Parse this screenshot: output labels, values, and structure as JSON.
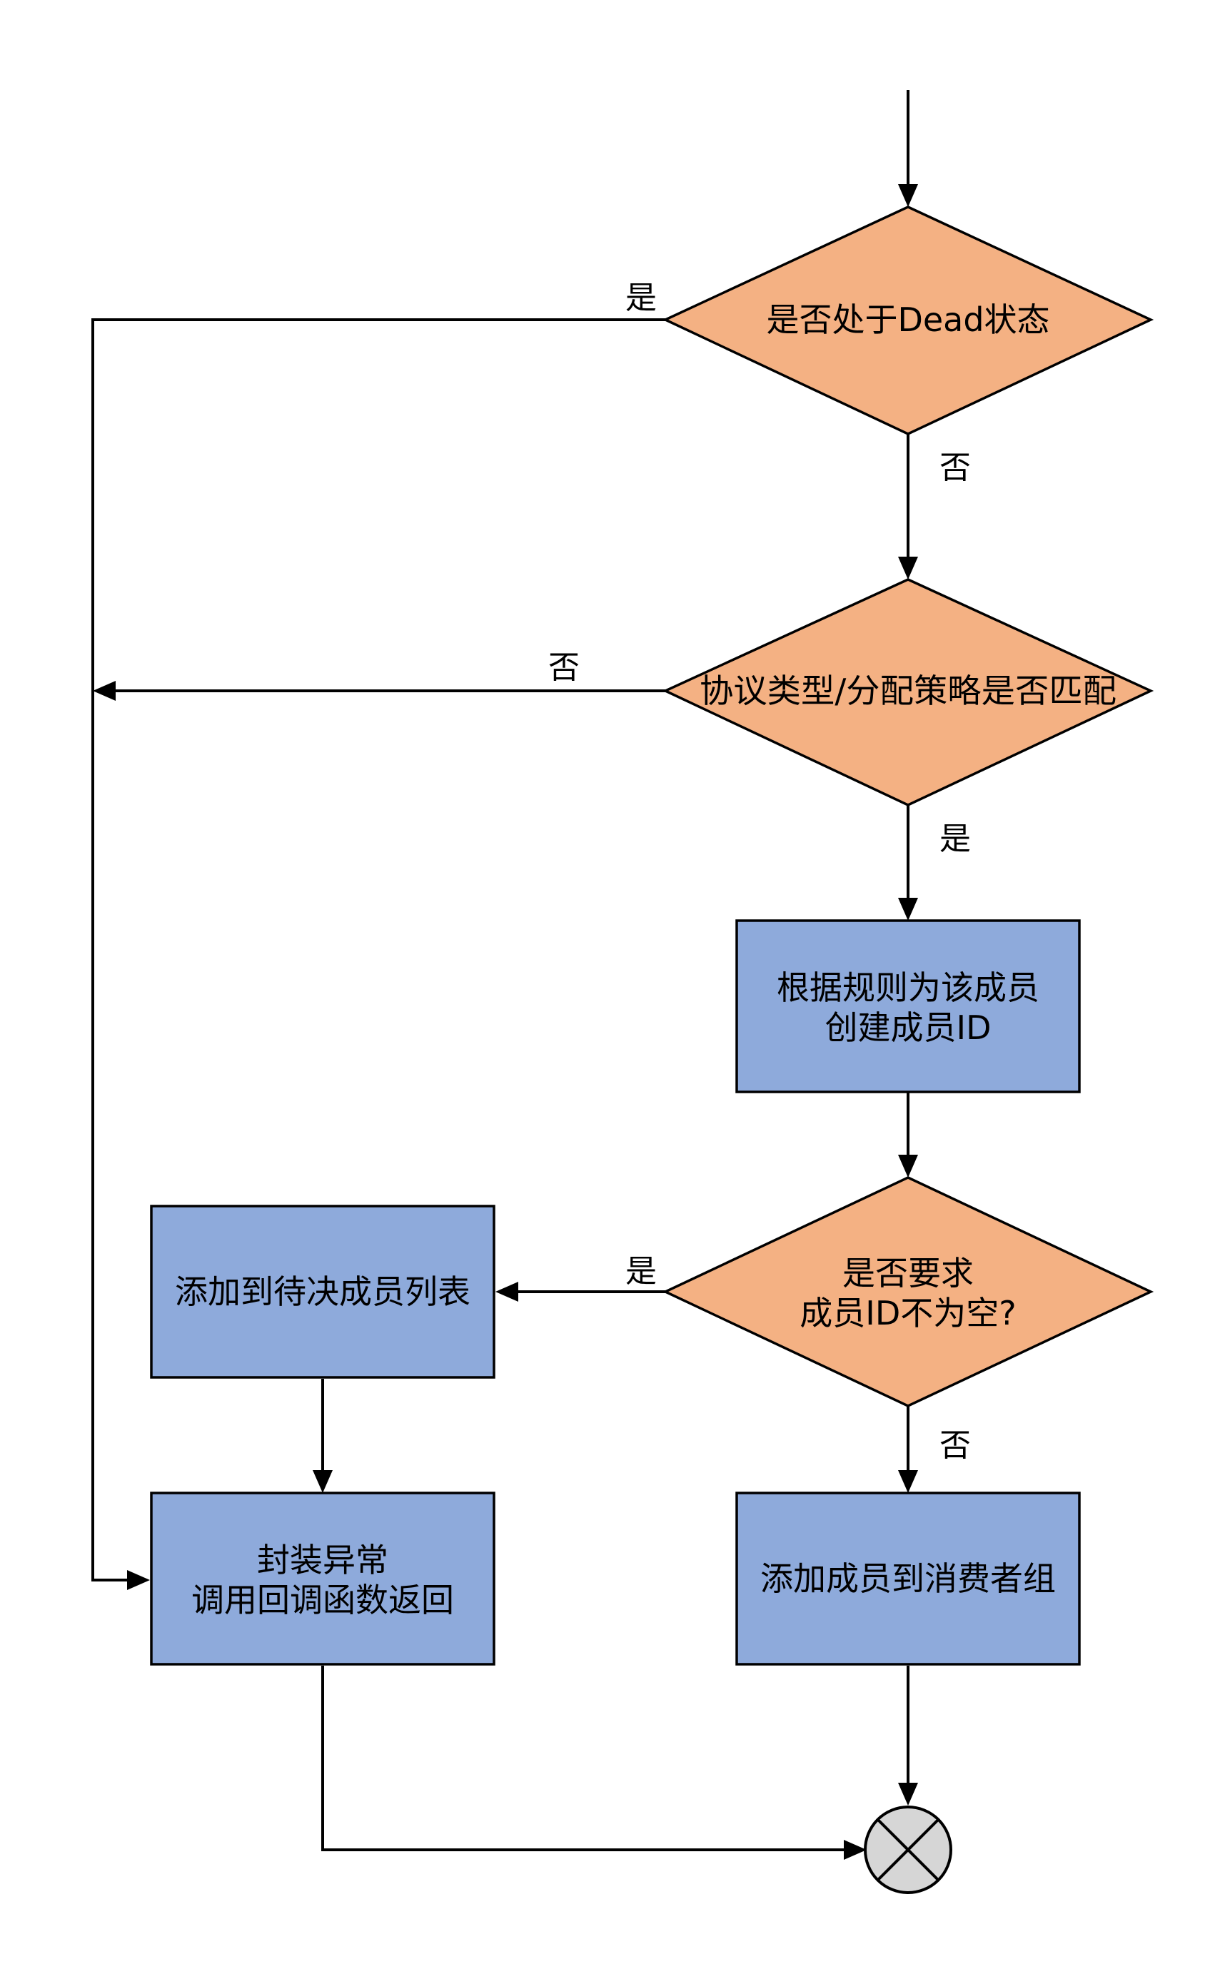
{
  "colors": {
    "decision_fill": "#f4b183",
    "process_fill": "#8eaadb",
    "terminator_fill": "#d6d6d6",
    "line": "#000000"
  },
  "nodes": {
    "dead_check": {
      "text": "是否处于Dead状态"
    },
    "protocol_check": {
      "text": "协议类型/分配策略是否匹配"
    },
    "create_id": {
      "line1": "根据规则为该成员",
      "line2": "创建成员ID"
    },
    "id_required_check": {
      "line1": "是否要求",
      "line2": "成员ID不为空?"
    },
    "add_pending": {
      "text": "添加到待决成员列表"
    },
    "wrap_exception": {
      "line1": "封装异常",
      "line2": "调用回调函数返回"
    },
    "add_member": {
      "text": "添加成员到消费者组"
    },
    "end": {
      "icon": "end-x-circle-icon"
    }
  },
  "edge_labels": {
    "dead_yes": "是",
    "dead_no": "否",
    "protocol_no": "否",
    "protocol_yes": "是",
    "id_required_yes": "是",
    "id_required_no": "否"
  }
}
